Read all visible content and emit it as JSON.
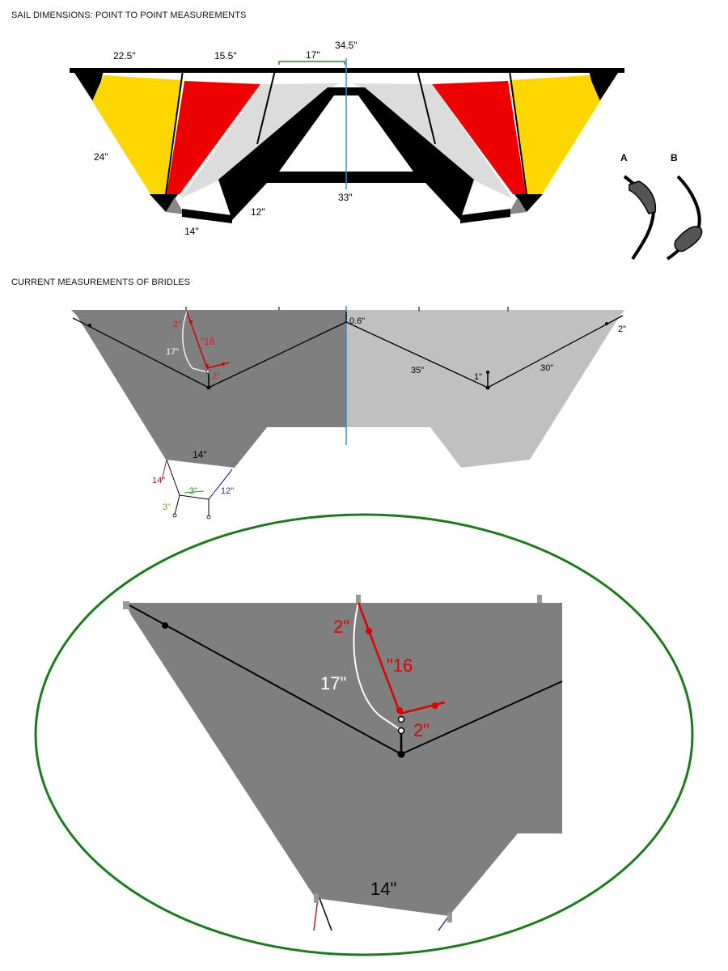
{
  "titles": {
    "sail": "SAIL DIMENSIONS: POINT TO POINT MEASUREMENTS",
    "bridles": "CURRENT MEASUREMENTS OF BRIDLES"
  },
  "sail": {
    "labels": {
      "span_outer": "22.5\"",
      "span_mid": "15.5\"",
      "span_inner": "17\"",
      "half_span": "34.5\"",
      "leading_edge": "24\"",
      "keel_width": "33\"",
      "trailing_spar": "12\"",
      "tail": "14\""
    },
    "connectors": {
      "a": "A",
      "b": "B"
    }
  },
  "bridle": {
    "labels": {
      "top_2": "2\"",
      "line_16": "\"16",
      "line_17": "17\"",
      "bottom_2": "2\"",
      "center_06": "0.6\"",
      "line_35": "35\"",
      "drop_1": "1\"",
      "line_30": "30\"",
      "tip_2": "2\"",
      "tail_14": "14\"",
      "lower_14": "14\"",
      "lower_3a": "3\"",
      "lower_3b": "3\"",
      "lower_12": "12\""
    }
  },
  "zoom": {
    "labels": {
      "top_2": "2\"",
      "line_16": "\"16",
      "line_17": "17\"",
      "bottom_2": "2\"",
      "tail_14": "14\""
    }
  },
  "colors": {
    "yellow": "#ffd700",
    "red": "#ee0000",
    "dark_gray": "#7f7f7f",
    "light_gray": "#c0c0c0",
    "accent_blue": "#4a86b8",
    "ellipse_green": "#1e7a1e"
  }
}
